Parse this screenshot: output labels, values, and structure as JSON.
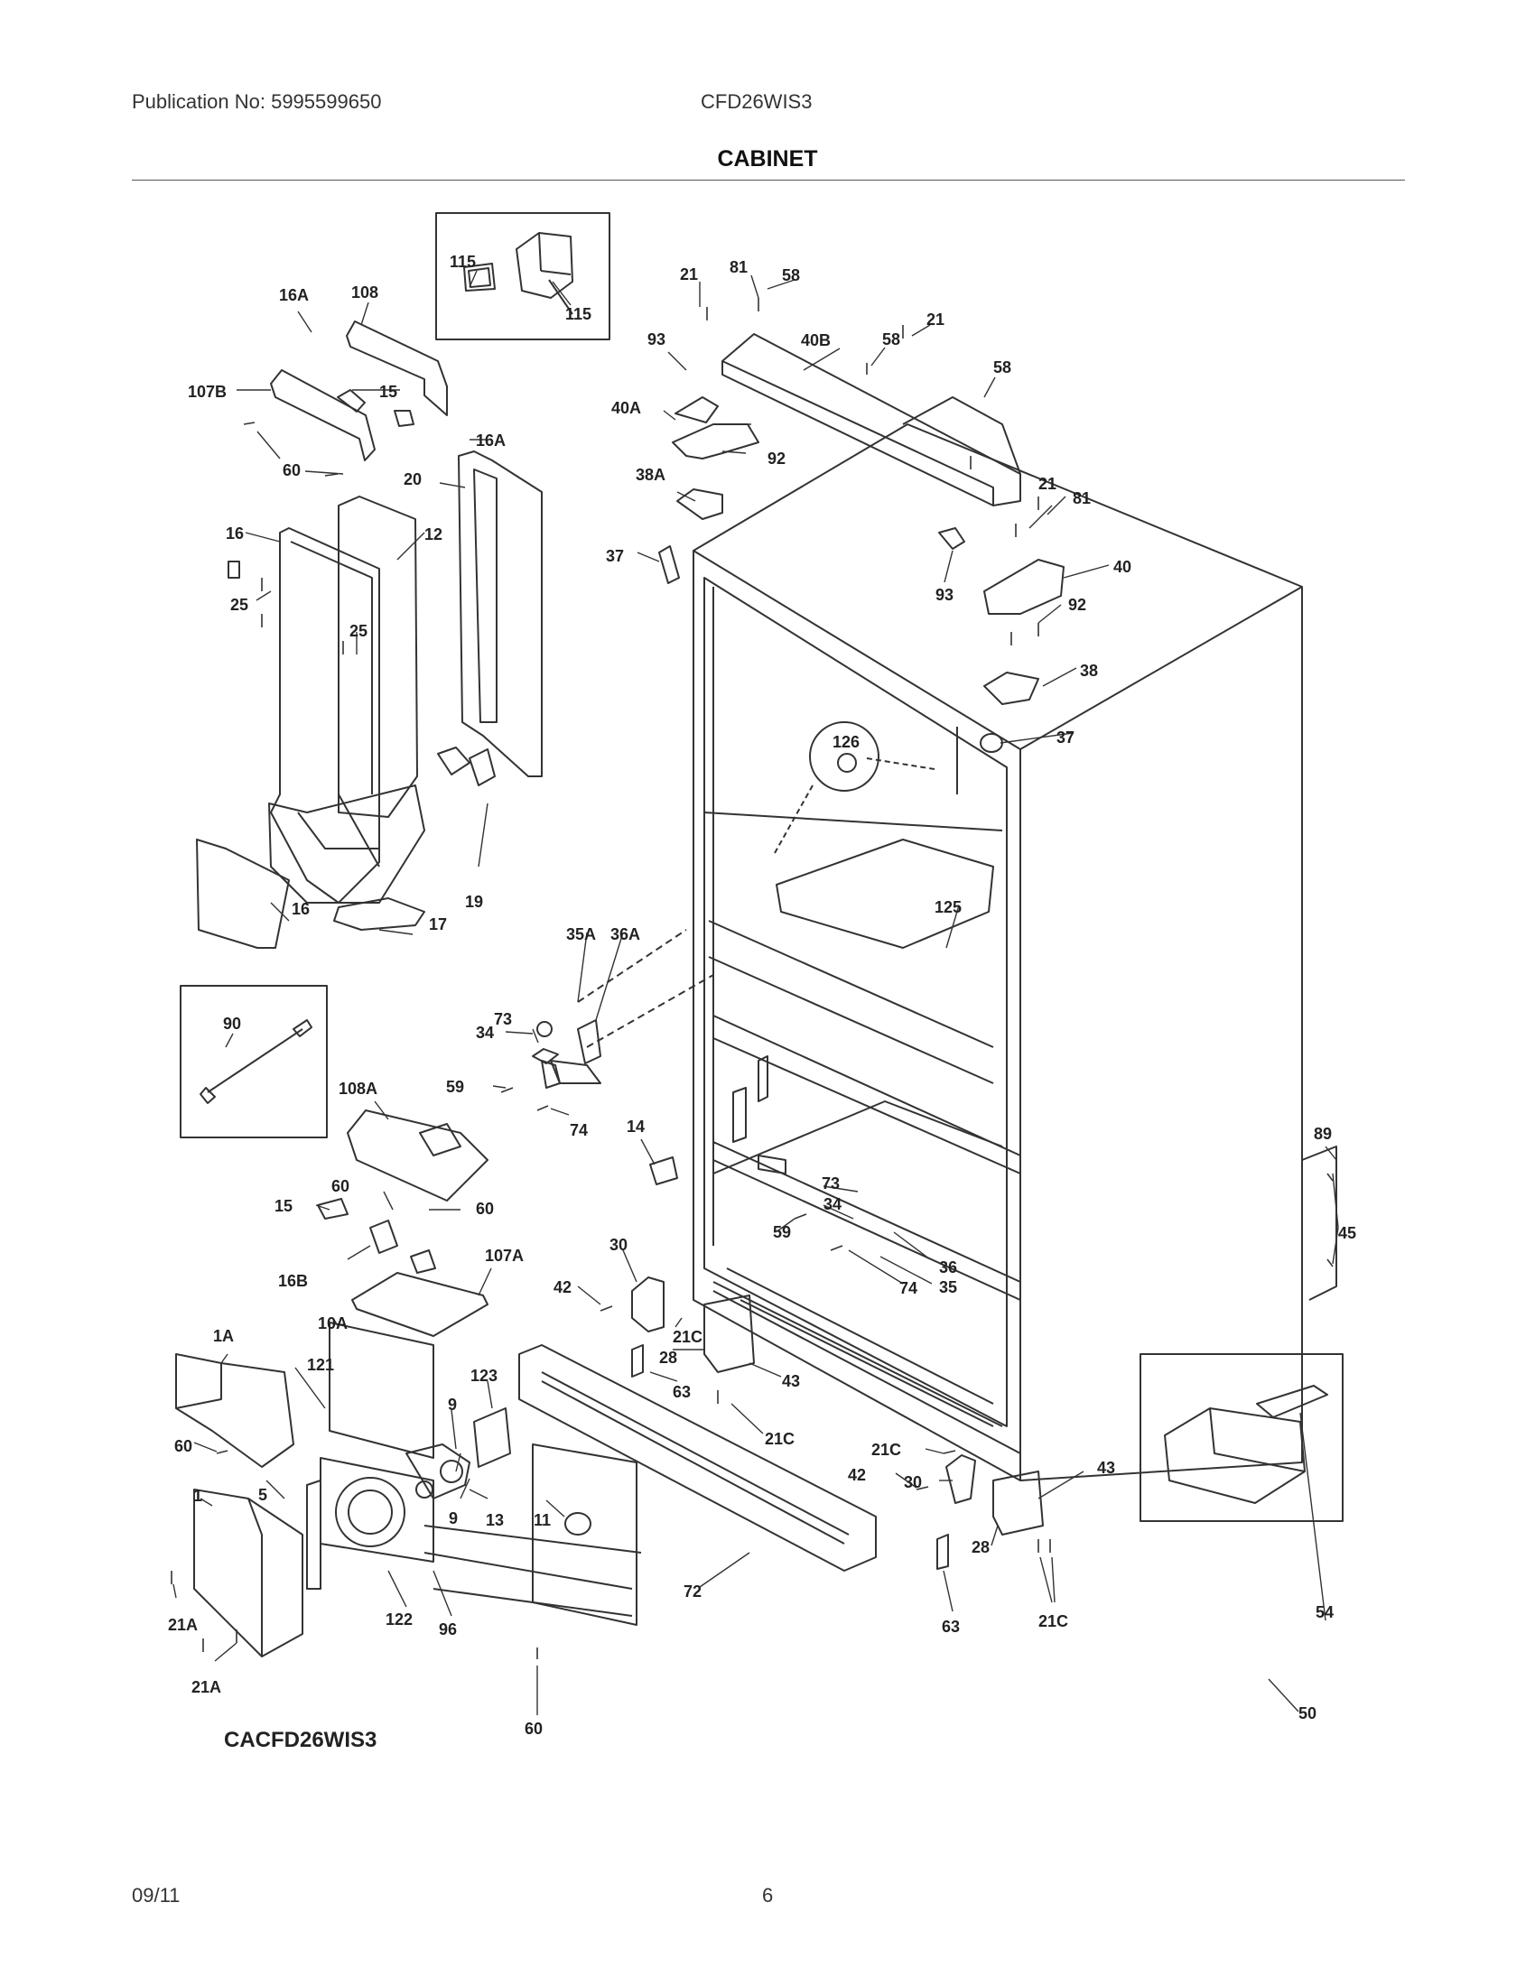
{
  "header": {
    "publication": "Publication No: 5995599650",
    "model": "CFD26WIS3",
    "section_title": "CABINET"
  },
  "footer": {
    "date": "09/11",
    "page": "6"
  },
  "diagram": {
    "code": "CACFD26WIS3",
    "callouts": {
      "c115a": "115",
      "c115b": "115",
      "c108": "108",
      "c16A_1": "16A",
      "c107B": "107B",
      "c15_1": "15",
      "c16A_2": "16A",
      "c60_1": "60",
      "c20": "20",
      "c16_1": "16",
      "c12": "12",
      "c25_1": "25",
      "c25_2": "25",
      "c19": "19",
      "c16_2": "16",
      "c17": "17",
      "c21_1": "21",
      "c81_1": "81",
      "c58_1": "58",
      "c93_1": "93",
      "c40B": "40B",
      "c58_2": "58",
      "c21_2": "21",
      "c58_3": "58",
      "c40A": "40A",
      "c92_1": "92",
      "c38A": "38A",
      "c37_1": "37",
      "c21_3": "21",
      "c81_2": "81",
      "c40": "40",
      "c93_2": "93",
      "c92_2": "92",
      "c38": "38",
      "c126": "126",
      "c37_2": "37",
      "c125": "125",
      "c90": "90",
      "c73_1": "73",
      "c35A": "35A",
      "c36A": "36A",
      "c34_1": "34",
      "c59_1": "59",
      "c74_1": "74",
      "c108A": "108A",
      "c14": "14",
      "c60_2": "60",
      "c15_2": "15",
      "c60_3": "60",
      "c16B": "16B",
      "c107A": "107A",
      "c89": "89",
      "c45": "45",
      "c73_2": "73",
      "c34_2": "34",
      "c59_2": "59",
      "c36": "36",
      "c35": "35",
      "c74_2": "74",
      "c30_1": "30",
      "c42_1": "42",
      "c21C_1": "21C",
      "c28_1": "28",
      "c43_1": "43",
      "c63_1": "63",
      "c21C_2": "21C",
      "c10A": "10A",
      "c1A": "1A",
      "c121": "121",
      "c123": "123",
      "c9_1": "9",
      "c9_2": "9",
      "c13": "13",
      "c11": "11",
      "c60_4": "60",
      "c5": "5",
      "c1": "1",
      "c21A_1": "21A",
      "c21A_2": "21A",
      "c122": "122",
      "c96": "96",
      "c72": "72",
      "c60_5": "60",
      "c21C_3": "21C",
      "c42_2": "42",
      "c30_2": "30",
      "c43_2": "43",
      "c28_2": "28",
      "c63_2": "63",
      "c21C_4": "21C",
      "c54": "54",
      "c50": "50"
    }
  }
}
